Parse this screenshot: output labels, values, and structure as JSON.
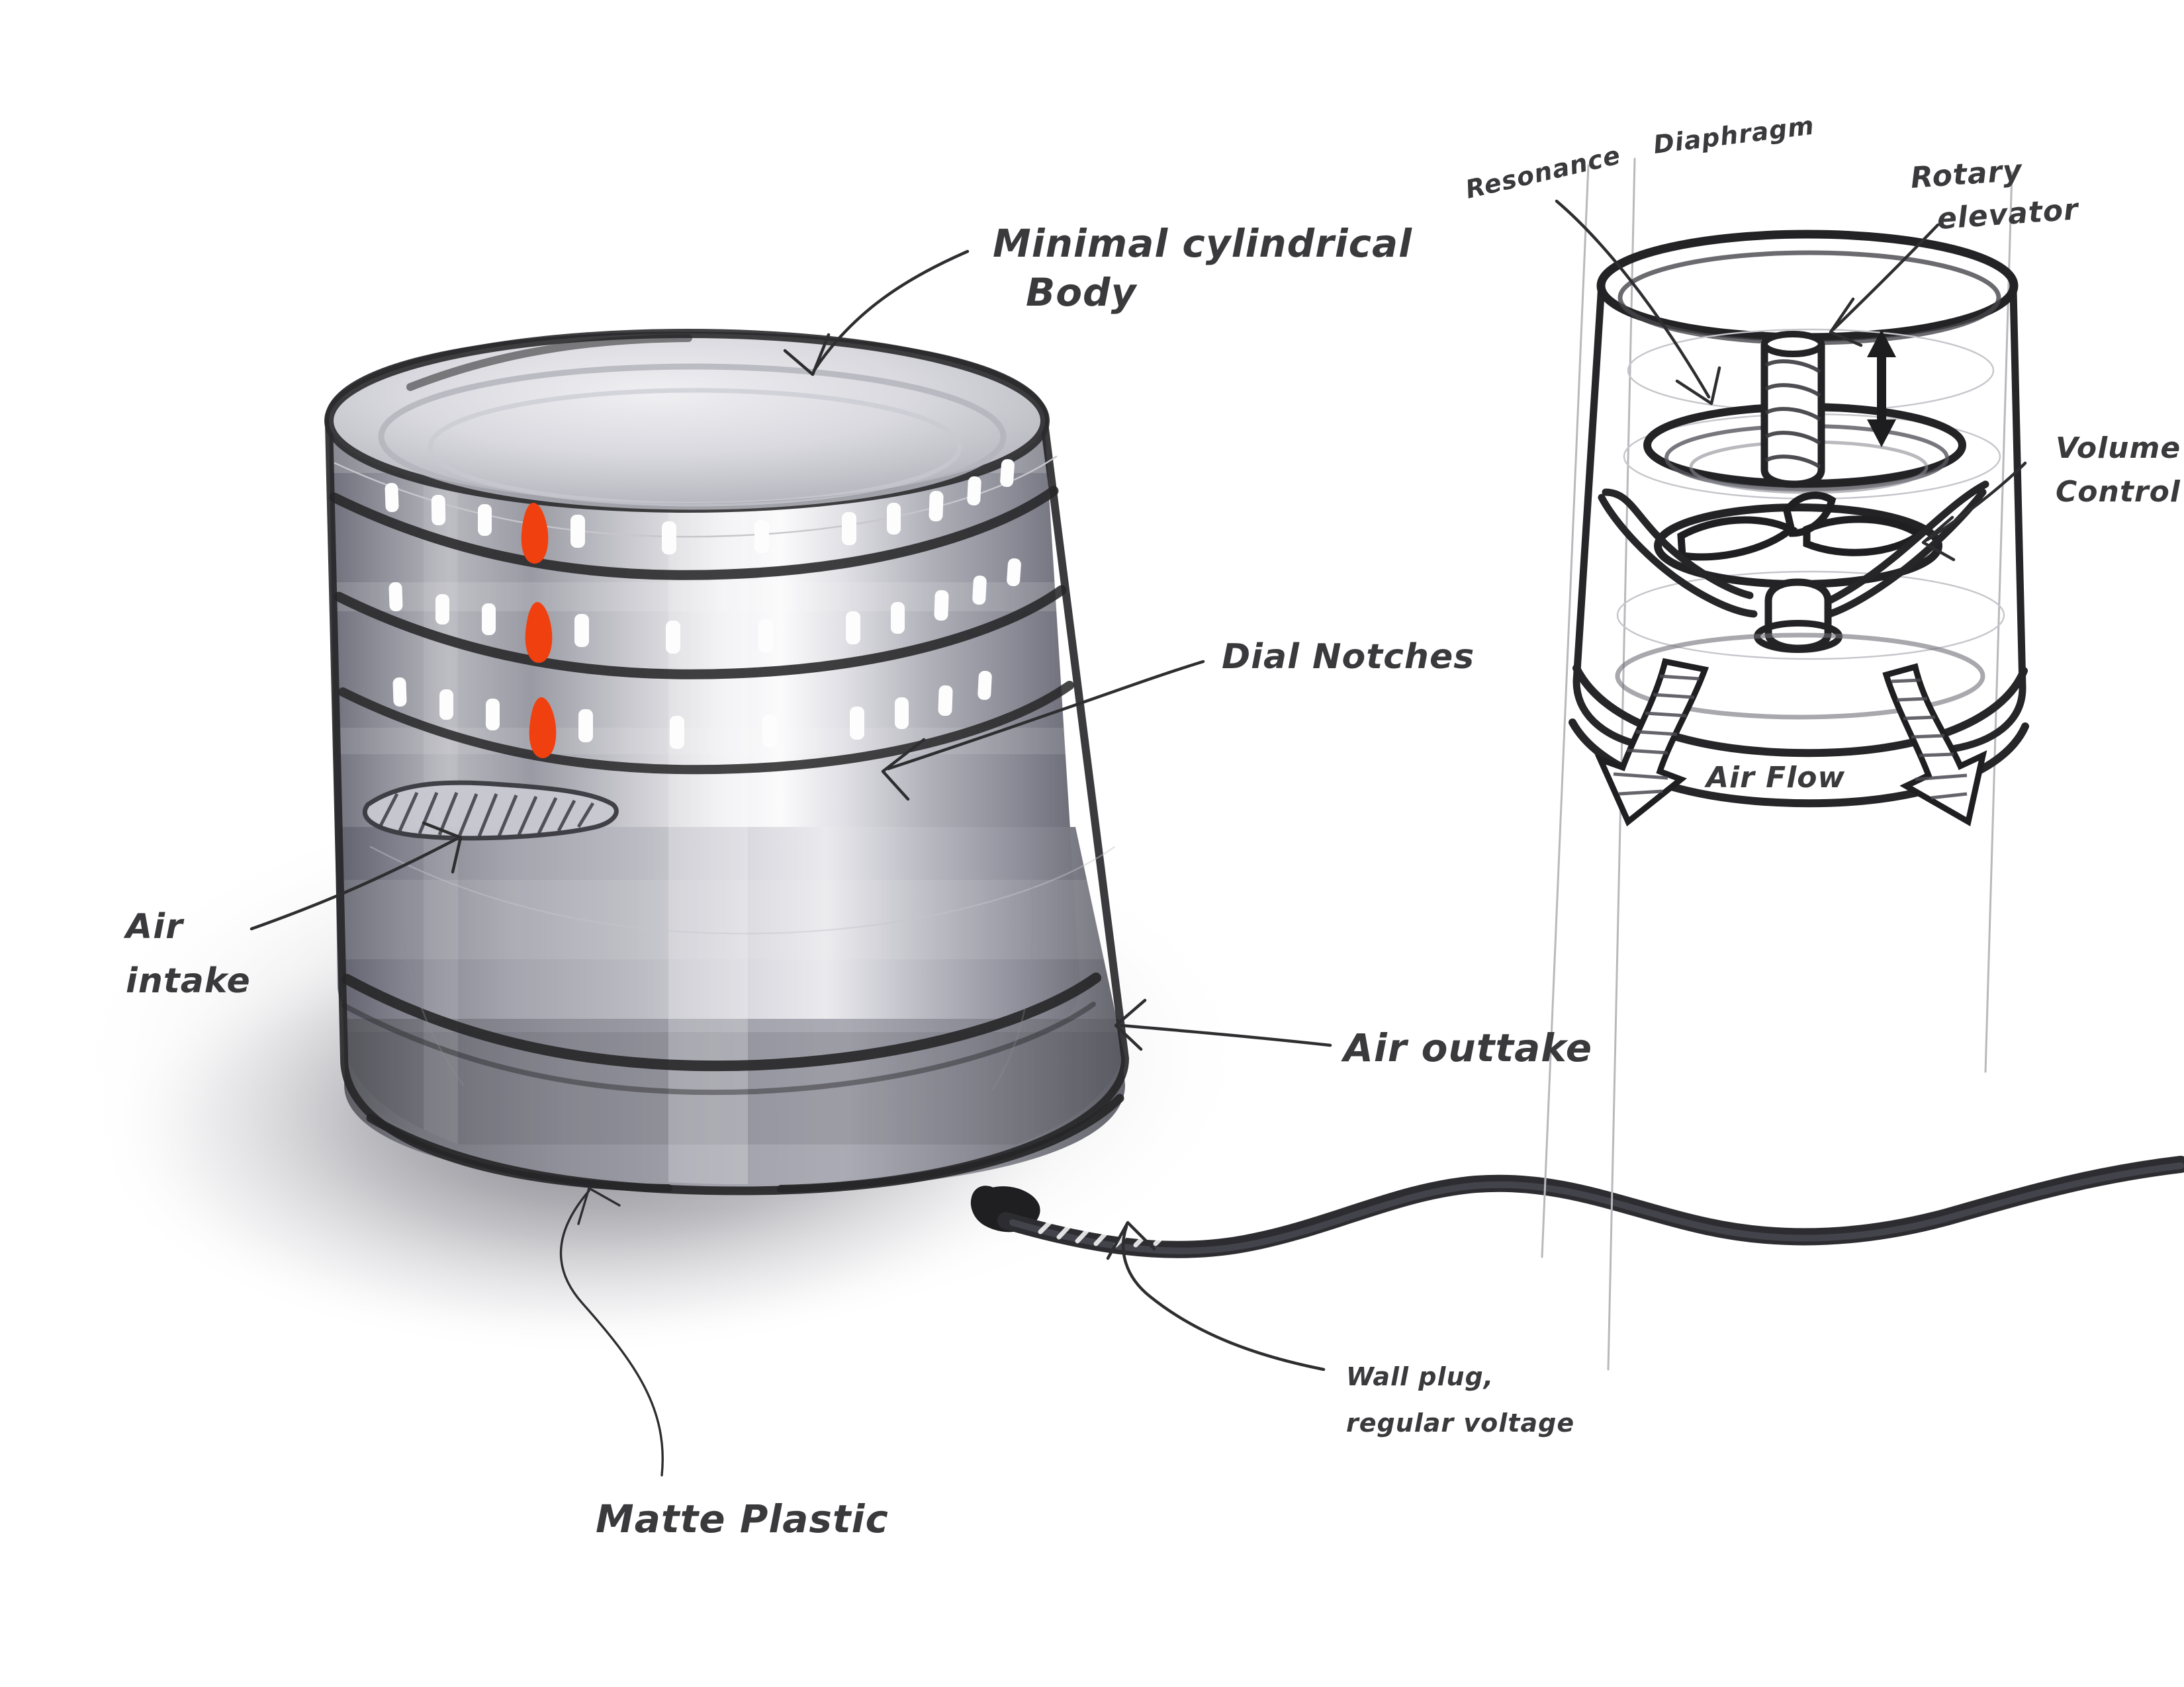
{
  "sketch": {
    "title": "Minimal cylindrical air device concept sketch",
    "medium": "pencil and marker rendering on white paper",
    "accent_color": "#F0400F",
    "ink_color": "#2e2e30",
    "body_color_light": "#f2f2f4",
    "body_color_mid": "#9b9ba4",
    "body_color_dark": "#5d5d68"
  },
  "main_view": {
    "name": "Three-quarter product rendering",
    "annotations": [
      {
        "id": "minimal-body",
        "line1": "Minimal cylindrical",
        "line2": "Body",
        "points_to": "top surface of cylinder"
      },
      {
        "id": "dial-notches",
        "line1": "Dial Notches",
        "line2": "",
        "points_to": "white tick marks on upper bands"
      },
      {
        "id": "air-intake",
        "line1": "Air",
        "line2": "intake",
        "points_to": "hatched slot vent on left of body"
      },
      {
        "id": "air-outtake",
        "line1": "Air outtake",
        "line2": "",
        "points_to": "lower seam of body"
      },
      {
        "id": "matte-plastic",
        "line1": "Matte Plastic",
        "line2": "",
        "points_to": "lower body surface"
      },
      {
        "id": "wall-plug",
        "line1": "Wall plug,",
        "line2": "regular voltage",
        "points_to": "power cable leaving the body"
      }
    ],
    "dial_bands": [
      {
        "index": 1,
        "notch_count": 14,
        "red_marker": true
      },
      {
        "index": 2,
        "notch_count": 14,
        "red_marker": true
      },
      {
        "index": 3,
        "notch_count": 14,
        "red_marker": true
      }
    ]
  },
  "cutaway_view": {
    "name": "Internal cutaway diagram",
    "annotations": [
      {
        "id": "resonance-diaphragm",
        "line1": "Resonance",
        "line2": "Diaphragm",
        "points_to": "upper horizontal disc inside the body"
      },
      {
        "id": "rotary-elevator",
        "line1": "Rotary",
        "line2": "elevator",
        "points_to": "threaded vertical post on the diaphragm"
      },
      {
        "id": "volume-control",
        "line1": "Volume",
        "line2": "Control",
        "points_to": "impeller / fan assembly"
      },
      {
        "id": "air-flow",
        "line1": "Air Flow",
        "line2": "",
        "points_to": "hatched ribbon arrows exiting the base"
      }
    ],
    "components": [
      {
        "id": "top-rim",
        "label": "open top rim"
      },
      {
        "id": "diaphragm-disc",
        "label": "resonance diaphragm disc"
      },
      {
        "id": "threaded-post",
        "label": "rotary elevator screw post"
      },
      {
        "id": "travel-arrow",
        "label": "vertical travel double arrow"
      },
      {
        "id": "impeller",
        "label": "fan impeller blades"
      },
      {
        "id": "hub",
        "label": "central drive hub"
      },
      {
        "id": "outflow-arrow-left",
        "label": "air flow ribbon arrow, left"
      },
      {
        "id": "outflow-arrow-right",
        "label": "air flow ribbon arrow, right"
      }
    ]
  }
}
